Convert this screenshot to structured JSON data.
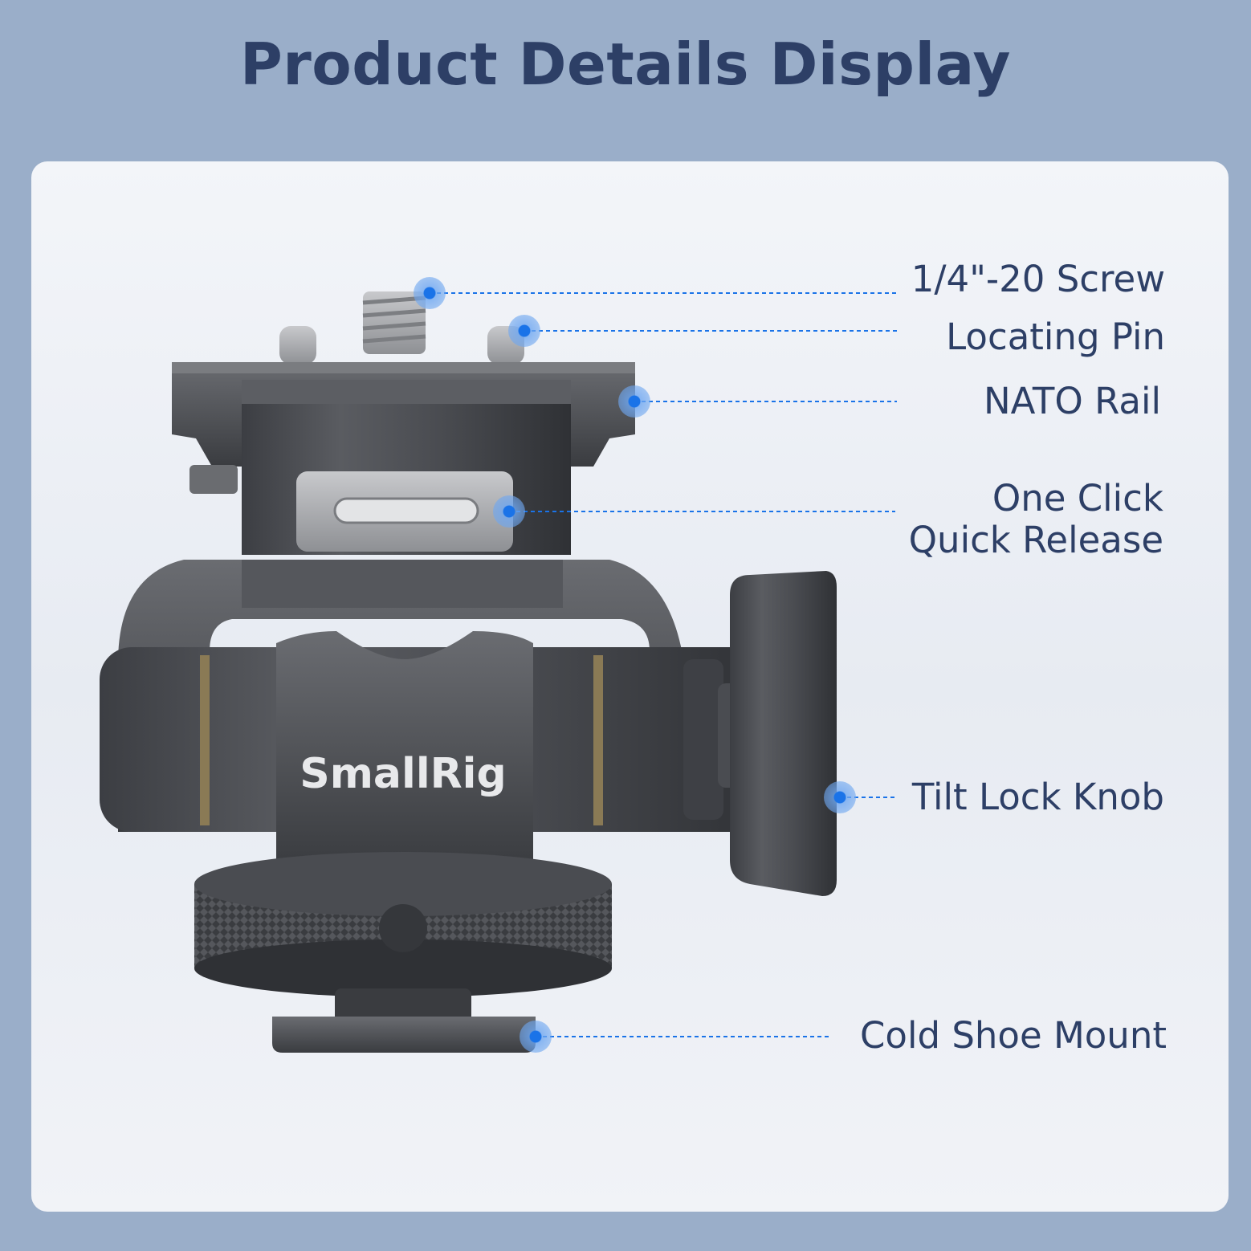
{
  "page": {
    "title": "Product Details Display"
  },
  "product": {
    "brand_logo": "SmallRig"
  },
  "callouts": [
    {
      "id": "screw",
      "label": "1/4\"-20 Screw"
    },
    {
      "id": "pin",
      "label": "Locating Pin"
    },
    {
      "id": "nato",
      "label": "NATO Rail"
    },
    {
      "id": "release",
      "label_lines": [
        "One Click",
        "Quick Release"
      ]
    },
    {
      "id": "knob",
      "label": "Tilt Lock Knob"
    },
    {
      "id": "shoe",
      "label": "Cold Shoe Mount"
    }
  ],
  "colors": {
    "background": "#9aaec9",
    "title": "#2d3f66",
    "label": "#2d3f66",
    "callout_dot": "#1a73e8",
    "callout_line": "#1a73e8",
    "metal_dark": "#4b4d52",
    "metal_light": "#8a8c90"
  }
}
